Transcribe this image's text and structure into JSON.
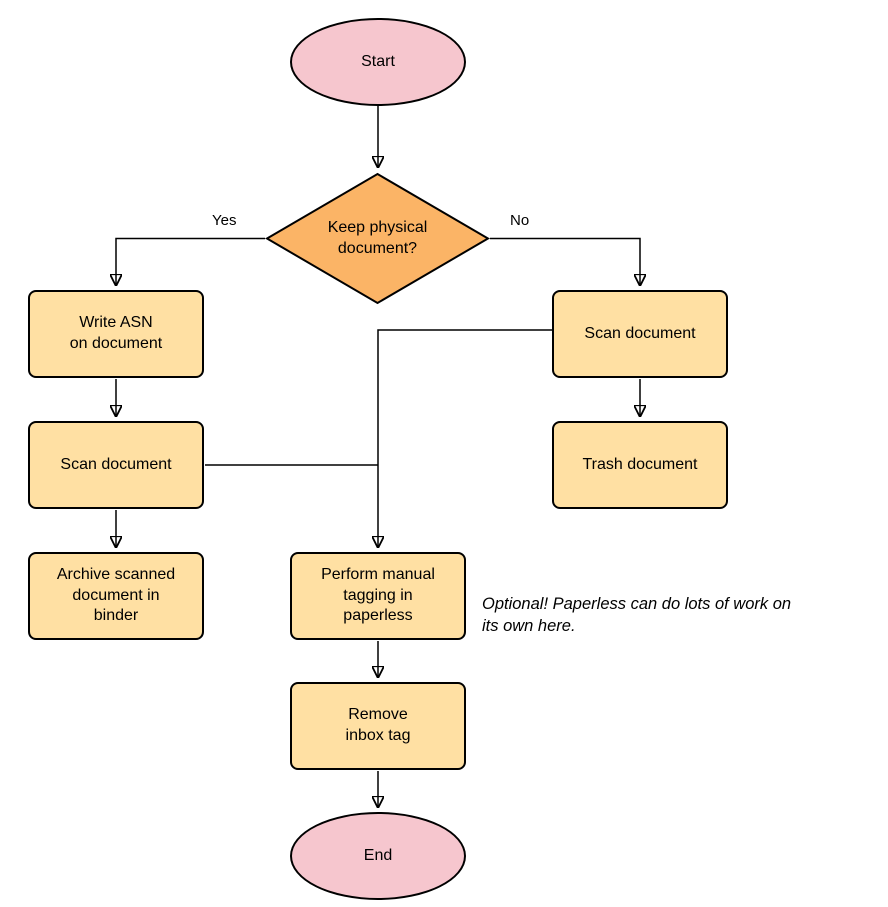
{
  "diagram": {
    "nodes": {
      "start": {
        "label": "Start"
      },
      "decision": {
        "label": "Keep physical\ndocument?"
      },
      "write_asn": {
        "label": "Write ASN\non document"
      },
      "scan_left": {
        "label": "Scan document"
      },
      "archive": {
        "label": "Archive scanned\ndocument in\nbinder"
      },
      "scan_right": {
        "label": "Scan document"
      },
      "trash": {
        "label": "Trash document"
      },
      "tagging": {
        "label": "Perform manual\ntagging in\npaperless"
      },
      "remove_inbox": {
        "label": "Remove\ninbox tag"
      },
      "end": {
        "label": "End"
      }
    },
    "edge_labels": {
      "yes": "Yes",
      "no": "No"
    },
    "annotation": "Optional! Paperless can do lots of work on\nits own here.",
    "colors": {
      "terminal_fill": "#F6C6CE",
      "decision_fill": "#FBB466",
      "process_fill": "#FFE0A3",
      "stroke": "#000000"
    }
  }
}
